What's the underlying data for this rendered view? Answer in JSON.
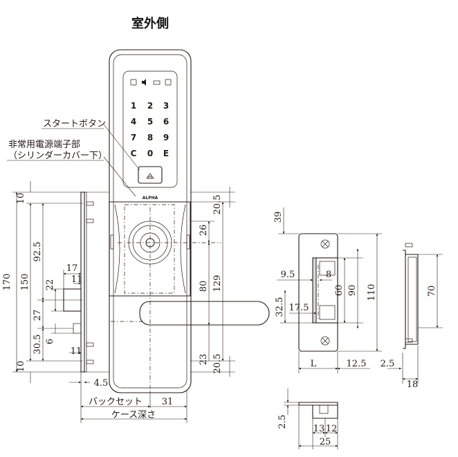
{
  "title": "室外側",
  "callouts": {
    "start_button": "スタートボタン",
    "emergency_terminal_line1": "非常用電源端子部",
    "emergency_terminal_line2": "（シリンダーカバー下）"
  },
  "brand_mark": "ALPHA",
  "keypad": {
    "status_icons": [
      "lock-open-icon",
      "speaker-icon",
      "battery-icon",
      "lock-closed-icon"
    ],
    "keys": [
      "1",
      "2",
      "3",
      "4",
      "5",
      "6",
      "7",
      "8",
      "9",
      "C",
      "0",
      "E"
    ]
  },
  "front_view": {
    "left_dims": {
      "d10_top": "10",
      "d170": "170",
      "d150": "150",
      "d92_5": "92.5",
      "d22": "22",
      "d27": "27",
      "d30_5": "30.5",
      "d6": "6",
      "d10_bottom": "10"
    },
    "small_dims": {
      "d17": "17",
      "d11_top": "11",
      "d11_bottom": "11",
      "d4_5": "4.5",
      "d31": "31"
    },
    "right_dims": {
      "d20_5_top": "20.5",
      "d26": "26",
      "d80": "80",
      "d129": "129",
      "d23": "23",
      "d20_5_bottom": "20.5"
    },
    "bottom_labels": {
      "backset": "バックセット",
      "case_depth": "ケース深さ"
    }
  },
  "strike_view": {
    "dims": {
      "d39": "39",
      "d9_5": "9.5",
      "d8": "8",
      "d60": "60",
      "d90": "90",
      "d110": "110",
      "d32_5": "32.5",
      "d17_5": "17.5",
      "L": "L",
      "d12_5": "12.5",
      "d2_5": "2.5"
    }
  },
  "side_view": {
    "dims": {
      "d70": "70",
      "d18": "18"
    }
  },
  "bottom_view": {
    "dims": {
      "d2_5": "2.5",
      "d13": "13",
      "d12": "12",
      "d25": "25"
    }
  }
}
